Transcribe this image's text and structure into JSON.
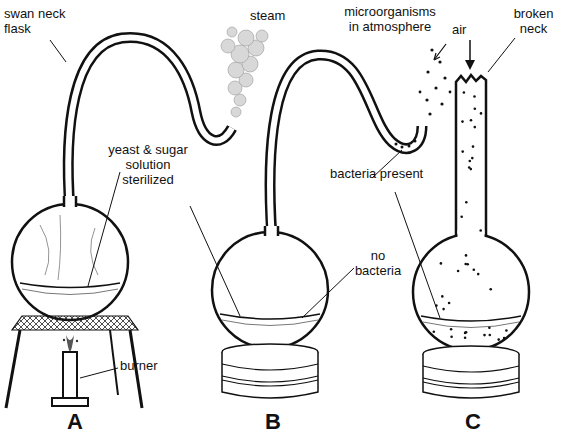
{
  "diagram": {
    "labels": [
      "swan neck flask",
      "steam",
      "microorganisms in atmosphere",
      "air",
      "broken neck",
      "yeast & sugar solution sterilized",
      "bacteria present",
      "no bacteria",
      "burner",
      "A",
      "B",
      "C"
    ]
  }
}
